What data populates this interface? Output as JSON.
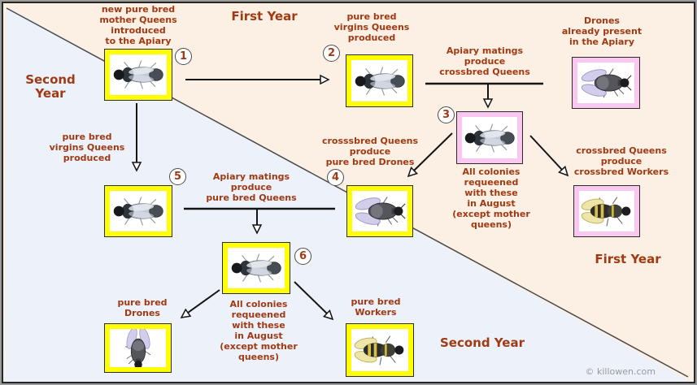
{
  "palette": {
    "peach": "#fcefe3",
    "blue": "#edf1f9",
    "text": "#a03a14",
    "yellow": "#ffff00",
    "pink": "#f9c7ef",
    "arrow": "#141414",
    "divider": "#4a4a4a",
    "credit": "#9a9a9a",
    "frame_outer": "#9b9b9b",
    "frame_inner": "#262626"
  },
  "labels": {
    "intro": "new pure bred\nmother Queens\nintroduced\nto the Apiary",
    "first_year_top": "First Year",
    "virgins_top": "pure bred\nvirgins Queens\nproduced",
    "apiary_matings_crossbred": "Apiary matings\nproduce\ncrossbred Queens",
    "drones_present": "Drones\nalready present\nin the Apiary",
    "second_year_top": "Second Year",
    "virgins_left": "pure bred\nvirgins Queens\nproduced",
    "crosssbred_drones": "crosssbred Queens\nproduce\npure bred Drones",
    "all_colonies_first": "All colonies\nrequeened\nwith these\nin August\n(except mother\nqueens)",
    "crossbred_workers": "crossbred Queens\nproduce\ncrossbred Workers",
    "first_year_bottom": "First Year",
    "apiary_matings_purebred": "Apiary matings\nproduce\npure bred Queens",
    "all_colonies_second": "All colonies\nrequeened\nwith these\nin August\n(except mother\nqueens)",
    "drones_pure": "pure bred\nDrones",
    "workers_pure": "pure bred\nWorkers",
    "second_year_bottom": "Second Year",
    "credit": "© killowen.com"
  },
  "badges": [
    "1",
    "2",
    "3",
    "4",
    "5",
    "6"
  ],
  "icons": {
    "queen": "queen-bee-icon",
    "drone": "drone-bee-icon",
    "worker": "worker-bee-icon"
  }
}
